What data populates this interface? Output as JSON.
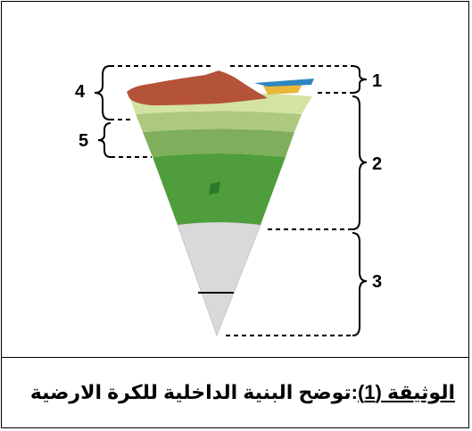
{
  "caption": {
    "doc_ref": "الوثيقة (1)",
    "colon": ":",
    "text": "توضح البنية الداخلية للكرة الارضية"
  },
  "labels": {
    "l1": "1",
    "l2": "2",
    "l3": "3",
    "l4": "4",
    "l5": "5"
  },
  "colors": {
    "crust": "#b5523a",
    "upper_mantle_light": "#d3e3a1",
    "upper_mantle_mid": "#b5cf85",
    "mantle_mid": "#8db566",
    "lower_mantle": "#4f9d3c",
    "core": "#d9d9d9",
    "ocean": "#2e86c1",
    "sediment": "#e8b83a"
  }
}
